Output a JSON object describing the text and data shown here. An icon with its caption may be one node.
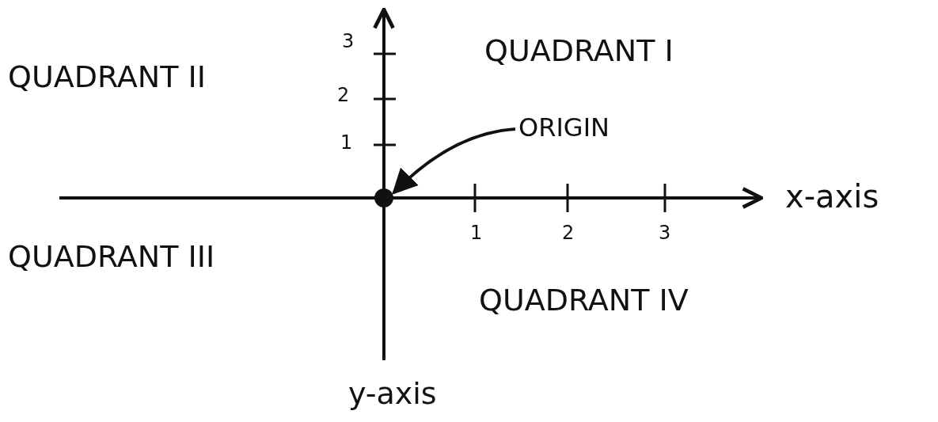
{
  "diagram": {
    "nodes": [
      {
        "text": [
          "ORIGIN"
        ]
      },
      {
        "text": [],
        "shape": "circle"
      }
    ],
    "edges": [
      {
        "from": 0,
        "to": 1,
        "arrow": "to"
      }
    ],
    "labels": [
      "3",
      "QUADRANT II",
      "QUADRANT I",
      "2",
      "1",
      "x-axis",
      "1",
      "2",
      "3",
      "QUADRANT III",
      "QUADRANT IV",
      "y-axis"
    ]
  }
}
